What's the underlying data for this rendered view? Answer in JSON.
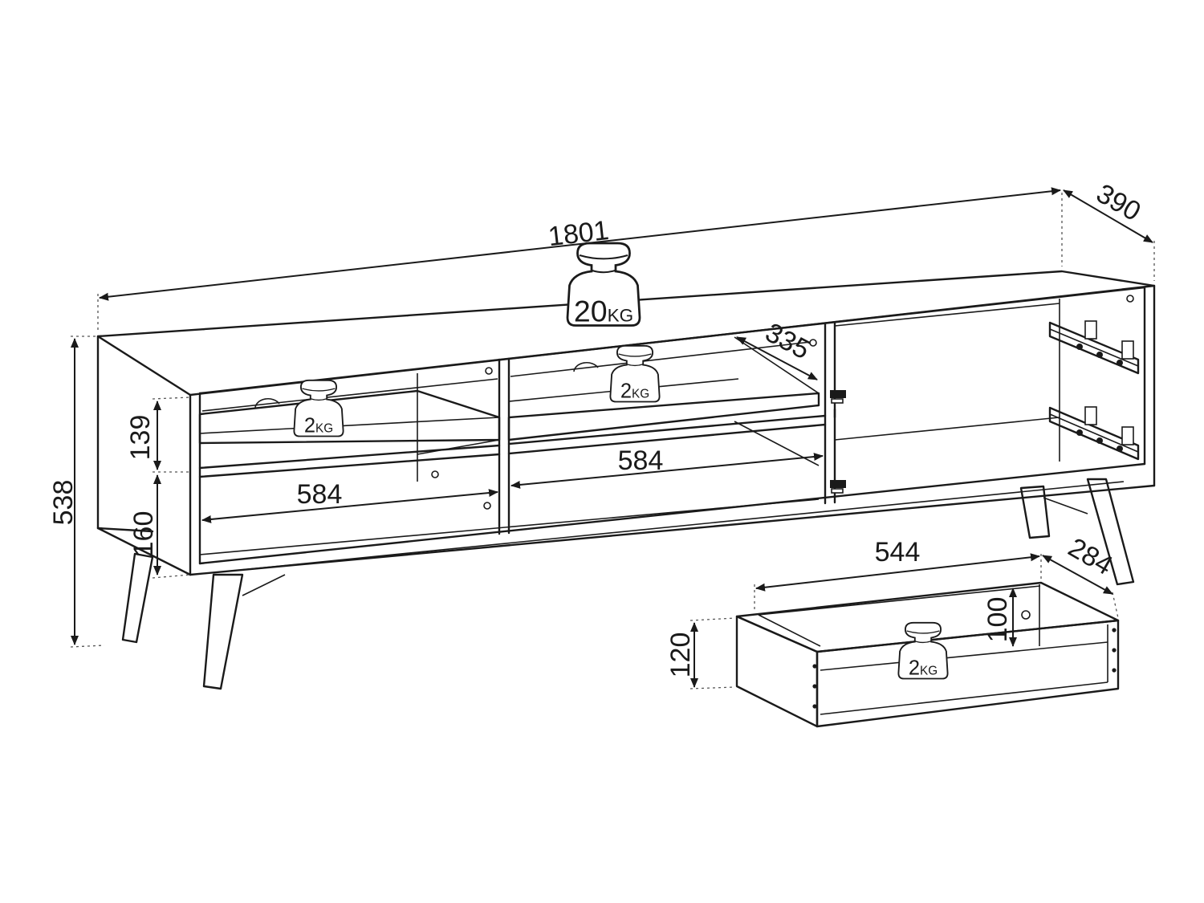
{
  "dimensions": {
    "overall_width": "1801",
    "overall_depth": "390",
    "overall_height": "538",
    "shelf_depth": "335",
    "upper_compartment_height": "139",
    "lower_compartment_height": "160",
    "left_shelf_width": "584",
    "middle_shelf_width": "584",
    "drawer_width": "544",
    "drawer_depth": "284",
    "drawer_outer_height": "120",
    "drawer_inner_height": "100"
  },
  "load_limits": {
    "top_load": {
      "value": "20",
      "unit": "KG"
    },
    "left_shelf_load": {
      "value": "2",
      "unit": "KG"
    },
    "middle_shelf_load": {
      "value": "2",
      "unit": "KG"
    },
    "drawer_load": {
      "value": "2",
      "unit": "KG"
    }
  }
}
